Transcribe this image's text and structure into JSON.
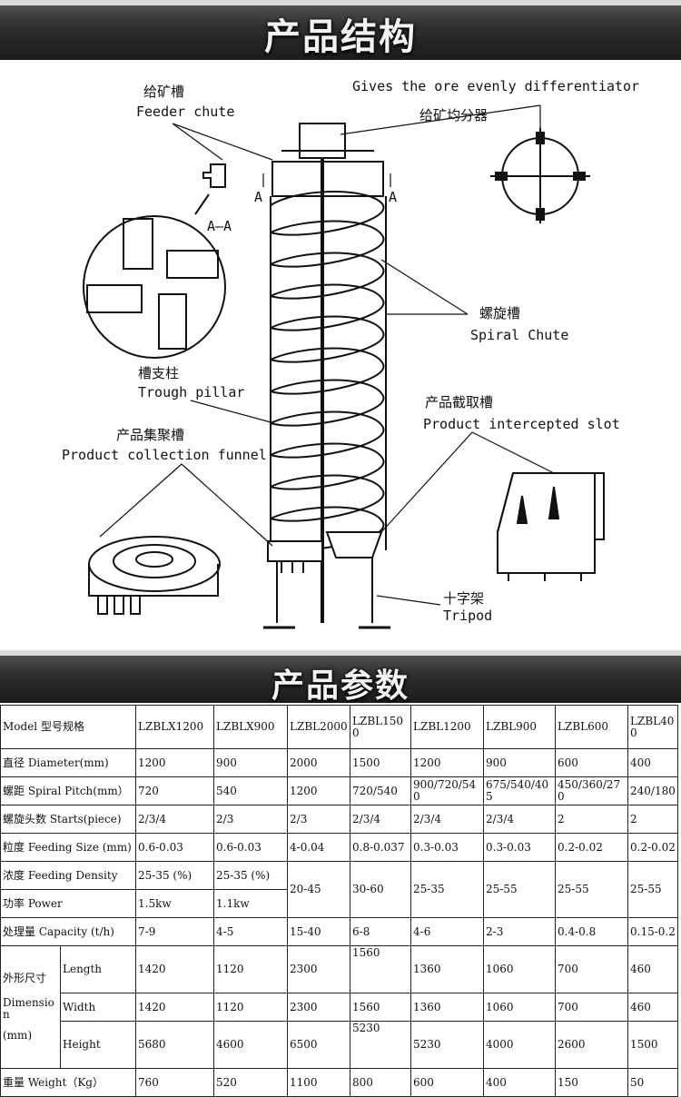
{
  "banner_structure": "产品结构",
  "banner_params": "产品参数",
  "diagram": {
    "feeder_zh": "给矿槽",
    "feeder_en": "Feeder chute",
    "differentiator_en": "Gives the ore evenly differentiator",
    "differentiator_zh": "给矿均分器",
    "section_a_left": "A",
    "section_a_right": "A",
    "section_aa": "A—A",
    "spiral_zh": "螺旋槽",
    "spiral_en": "Spiral Chute",
    "pillar_zh": "槽支柱",
    "pillar_en": "Trough pillar",
    "intercept_zh": "产品截取槽",
    "intercept_en": "Product intercepted slot",
    "collection_zh": "产品集聚槽",
    "collection_en": "Product collection funnel",
    "tripod_zh": "十字架",
    "tripod_en": "Tripod"
  },
  "table": {
    "model_label": "Model 型号规格",
    "models": [
      "LZBLX1200",
      "LZBLX900",
      "LZBL2000",
      "LZBL1500",
      "LZBL1200",
      "LZBL900",
      "LZBL600",
      "LZBL400"
    ],
    "diameter_label": "直径 Diameter(mm)",
    "diameter": [
      "1200",
      "900",
      "2000",
      "1500",
      "1200",
      "900",
      "600",
      "400"
    ],
    "pitch_label": "螺距 Spiral Pitch(mm）",
    "pitch": [
      "720",
      "540",
      "1200",
      "720/540",
      "900/720/540",
      "675/540/405",
      "450/360/270",
      "240/180"
    ],
    "starts_label": "螺旋头数 Starts(piece)",
    "starts": [
      "2/3/4",
      "2/3",
      "2/3",
      "2/3/4",
      "2/3/4",
      "2/3/4",
      "2",
      "2"
    ],
    "feed_size_label": "粒度 Feeding Size (mm)",
    "feed_size": [
      "0.6-0.03",
      "0.6-0.03",
      "4-0.04",
      "0.8-0.037",
      "0.3-0.03",
      "0.3-0.03",
      "0.2-0.02",
      "0.2-0.02"
    ],
    "density_label": "浓度 Feeding Density",
    "density": [
      "25-35 (%)",
      "25-35 (%)",
      "20-45",
      "30-60",
      "25-35",
      "25-55",
      "25-55",
      "25-55"
    ],
    "power_label": "功率 Power",
    "power": [
      "1.5kw",
      "1.1kw"
    ],
    "capacity_label": "处理量 Capacity (t/h)",
    "capacity": [
      "7-9",
      "4-5",
      "15-40",
      "6-8",
      "4-6",
      "2-3",
      "0.4-0.8",
      "0.15-0.2"
    ],
    "dim_zh": "外形尺寸",
    "dim_en": "Dimension",
    "dim_unit": "(mm)",
    "length_label": "Length",
    "length": [
      "1420",
      "1120",
      "2300",
      "1560",
      "1360",
      "1060",
      "700",
      "460"
    ],
    "width_label": "Width",
    "width": [
      "1420",
      "1120",
      "2300",
      "1560",
      "1360",
      "1060",
      "700",
      "460"
    ],
    "height_label": "Height",
    "height": [
      "5680",
      "4600",
      "6500",
      "5230",
      "5230",
      "4000",
      "2600",
      "1500"
    ],
    "weight_label": "重量 Weight（Kg）",
    "weight": [
      "760",
      "520",
      "1100",
      "800",
      "600",
      "400",
      "150",
      "50"
    ]
  }
}
